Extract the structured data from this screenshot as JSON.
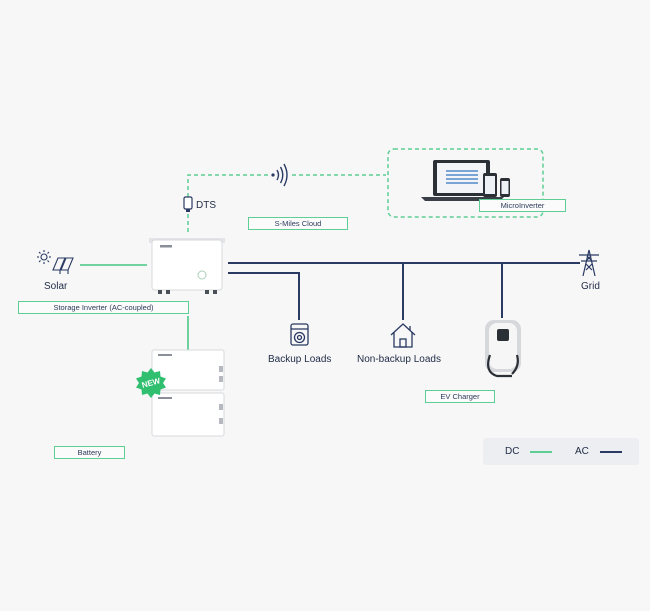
{
  "nodes": {
    "solar": "Solar",
    "dts": "DTS",
    "grid": "Grid",
    "backup_loads": "Backup Loads",
    "non_backup_loads": "Non-backup Loads"
  },
  "tags": {
    "smiles_cloud": "S-Miles Cloud",
    "microinverter": "MicroInverter",
    "storage_inverter": "Storage Inverter (AC-coupled)",
    "ev_charger": "EV Charger",
    "battery": "Battery"
  },
  "badge": {
    "new": "NEW"
  },
  "legend": {
    "dc": "DC",
    "ac": "AC"
  },
  "colors": {
    "dc": "#5fce95",
    "ac": "#2a3a63",
    "text": "#1f2b45"
  }
}
